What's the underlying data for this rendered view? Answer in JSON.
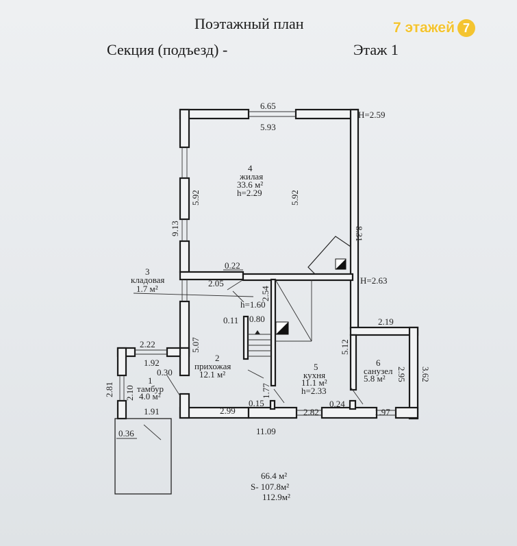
{
  "header": {
    "title": "Поэтажный план",
    "section_label": "Секция (подъезд) -",
    "floor_label": "Этаж 1"
  },
  "logo": {
    "number": "7",
    "text": "7 этажей"
  },
  "rooms": [
    {
      "num": "1",
      "name": "тамбур",
      "area": "4.0 м²"
    },
    {
      "num": "2",
      "name": "прихожая",
      "area": "12.1 м²"
    },
    {
      "num": "3",
      "name": "кладовая",
      "area": "1.7 м²",
      "height": "h=1.60"
    },
    {
      "num": "4",
      "name": "жилая",
      "area": "33.6 м²",
      "height": "h=2.29"
    },
    {
      "num": "5",
      "name": "кухня",
      "area": "11.1 м²",
      "height": "h=2.33"
    },
    {
      "num": "6",
      "name": "санузел",
      "area": "5.8 м²"
    }
  ],
  "heights": {
    "top": "H=2.59",
    "middle": "H=2.63"
  },
  "dimensions": {
    "top_outer": "6.65",
    "top_inner": "5.93",
    "left_inner_4": "5.92",
    "right_inner_4": "5.92",
    "left_outer": "9.13",
    "right_outer": "8.31",
    "d022": "0.22",
    "d205": "2.05",
    "d254": "2.54",
    "d011": "0.11",
    "d080": "0.80",
    "d507": "5.07",
    "d222": "2.22",
    "d192": "1.92",
    "d030": "0.30",
    "d281": "2.81",
    "d210": "2.10",
    "d191": "1.91",
    "d036": "0.36",
    "d299": "2.99",
    "d015": "0.15",
    "d177": "1.77",
    "d282": "2.82",
    "d024": "0.24",
    "d197": "1.97",
    "d1109": "11.09",
    "d512": "5.12",
    "d219": "2.19",
    "d295": "2.95",
    "d362": "3.62"
  },
  "totals": {
    "living": "66.4 м²",
    "s_label": "S- 107.8м²",
    "total": "112.9м²"
  }
}
